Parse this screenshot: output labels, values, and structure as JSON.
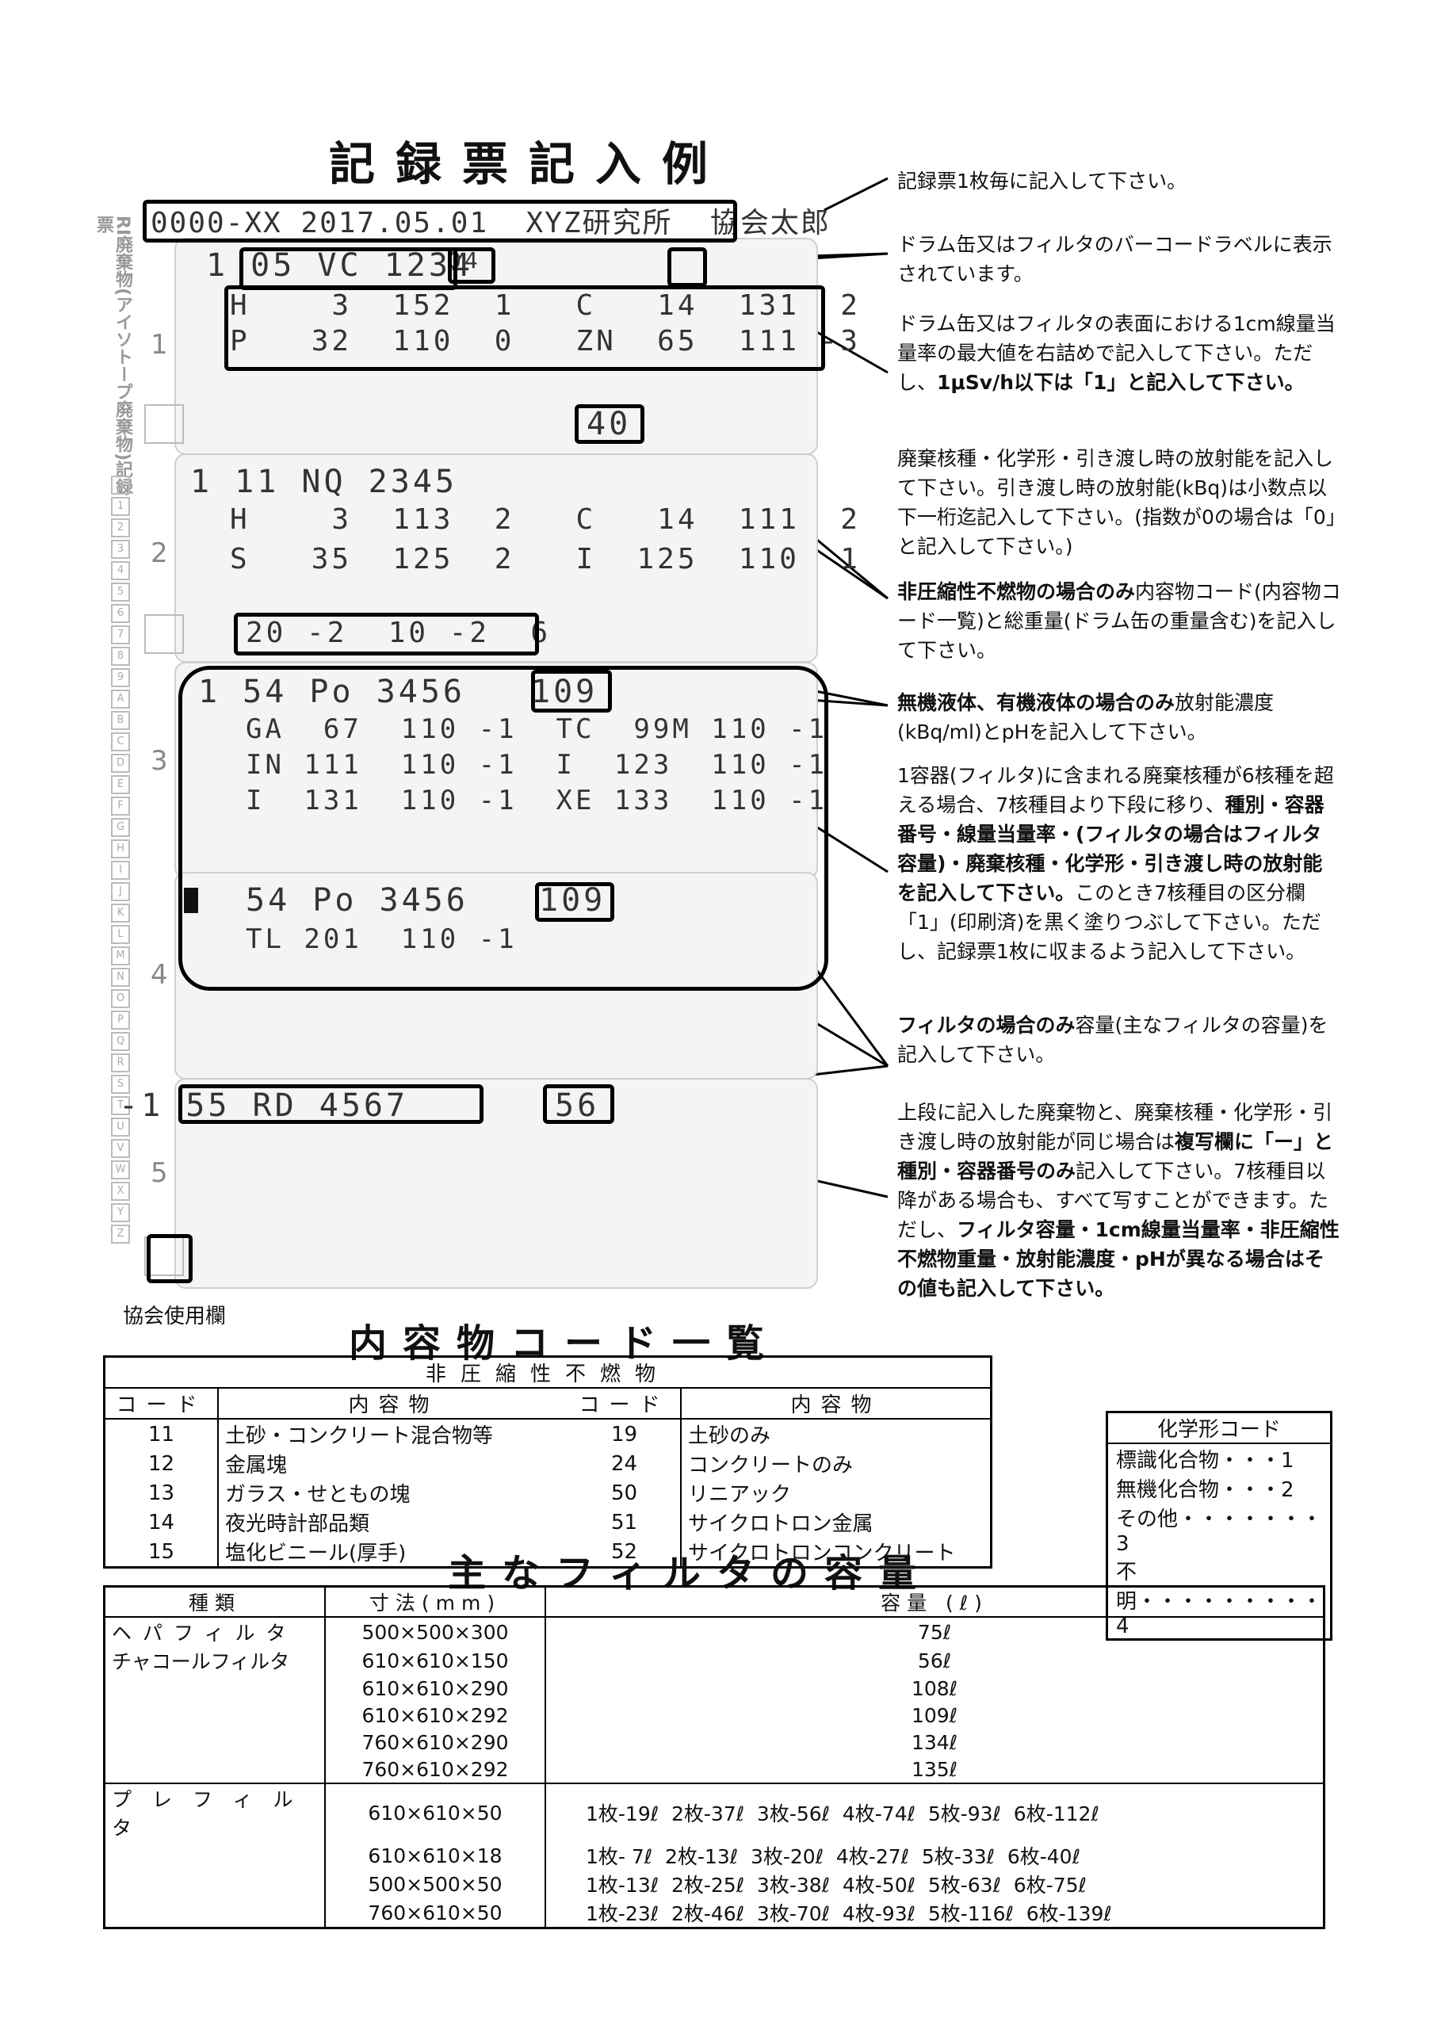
{
  "page_title": "記録票記入例",
  "form": {
    "side_title": "RI廃棄物(アイソトープ廃棄物)記録票",
    "header_row": "0000-XX 2017.05.01  XYZ研究所  協会太郎",
    "group_numbers": [
      "1",
      "2",
      "3",
      "4",
      "5"
    ],
    "side_index": [
      "0",
      "1",
      "2",
      "3",
      "4",
      "5",
      "6",
      "7",
      "8",
      "9",
      "A",
      "B",
      "C",
      "D",
      "E",
      "F",
      "G",
      "H",
      "I",
      "J",
      "K",
      "L",
      "M",
      "N",
      "O",
      "P",
      "Q",
      "R",
      "S",
      "T",
      "U",
      "V",
      "W",
      "X",
      "Y",
      "Z"
    ],
    "g1_code": "1 05 VC 1234",
    "g1_flag": "04",
    "g1_r1": "H    3  152  1   C   14  131  2",
    "g1_r2": "P   32  110  0   ZN  65  111 -3",
    "g1_val": "40",
    "g2_code": "1 11 NQ 2345",
    "g2_r1": "H    3  113  2   C   14  111  2",
    "g2_r2": "S   35  125  2   I  125  110  1",
    "g2_val": "20 -2  10 -2  6",
    "g3_code": "1 54 Po 3456",
    "g3_val": "109",
    "g3_r1": "GA  67  110 -1  TC  99M 110 -1",
    "g3_r2": "IN 111  110 -1  I  123  110 -1",
    "g3_r3": "I  131  110 -1  XE 133  110 -1",
    "g4_code": "54 Po 3456",
    "g4_val": "109",
    "g4_r1": "TL 201  110 -1",
    "g5_code": "-1 55 RD 4567",
    "g5_val": "56",
    "assoc_label": "協会使用欄"
  },
  "notes": {
    "n1": "記録票1枚毎に記入して下さい。",
    "n2": "ドラム缶又はフィルタのバーコードラベルに表示されています。",
    "n3a": "ドラム缶又はフィルタの表面における1cm線量当量率の最大値を右詰めで記入して下さい。ただし、",
    "n3b": "1μSv/h以下は「1」と記入して下さい。",
    "n4": "廃棄核種・化学形・引き渡し時の放射能を記入して下さい。引き渡し時の放射能(kBq)は小数点以下一桁迄記入して下さい。(指数が0の場合は「0」と記入して下さい。)",
    "n5a": "非圧縮性不燃物の場合のみ",
    "n5b": "内容物コード(内容物コード一覧)と総重量(ドラム缶の重量含む)を記入して下さい。",
    "n6a": "無機液体、有機液体の場合のみ",
    "n6b": "放射能濃度(kBq/ml)とpHを記入して下さい。",
    "n7a": "1容器(フィルタ)に含まれる廃棄核種が6核種を超える場合、7核種目より下段に移り、",
    "n7b": "種別・容器番号・線量当量率・(フィルタの場合はフィルタ容量)・廃棄核種・化学形・引き渡し時の放射能を記入して下さい。",
    "n7c": "このとき7核種目の区分欄「1」(印刷済)を黒く塗りつぶして下さい。ただし、記録票1枚に収まるよう記入して下さい。",
    "n8a": "フィルタの場合のみ",
    "n8b": "容量(主なフィルタの容量)を記入して下さい。",
    "n9a": "上段に記入した廃棄物と、廃棄核種・化学形・引き渡し時の放射能が同じ場合は",
    "n9b": "複写欄に「ー」と種別・容器番号のみ",
    "n9c": "記入して下さい。7核種目以降がある場合も、すべて写すことができます。ただし、",
    "n9d": "フィルタ容量・1cm線量当量率・非圧縮性不燃物重量・放射能濃度・pHが異なる場合はその値も記入して下さい。"
  },
  "contents_table": {
    "title": "内容物コード一覧",
    "group_header": "非圧縮性不燃物",
    "col_code": "コード",
    "col_content": "内容物",
    "rows": [
      {
        "c1": "11",
        "n1": "土砂・コンクリート混合物等",
        "c2": "19",
        "n2": "土砂のみ"
      },
      {
        "c1": "12",
        "n1": "金属塊",
        "c2": "24",
        "n2": "コンクリートのみ"
      },
      {
        "c1": "13",
        "n1": "ガラス・せともの塊",
        "c2": "50",
        "n2": "リニアック"
      },
      {
        "c1": "14",
        "n1": "夜光時計部品類",
        "c2": "51",
        "n2": "サイクロトロン金属"
      },
      {
        "c1": "15",
        "n1": "塩化ビニール(厚手)",
        "c2": "52",
        "n2": "サイクロトロンコンクリート"
      }
    ]
  },
  "chem_table": {
    "title": "化学形コード",
    "rows": [
      "標識化合物・・・1",
      "無機化合物・・・2",
      "その他・・・・・・・3",
      "不明・・・・・・・・・4"
    ]
  },
  "filter_table": {
    "title": "主なフィルタの容量",
    "col_kind": "種類",
    "col_size": "寸法(mm)",
    "col_cap": "容量 (ℓ)",
    "hepa": "ヘパフィルタ",
    "charcoal": "チャコールフィルタ",
    "pre": "プレフィルタ",
    "rows1": [
      {
        "size": "500×500×300",
        "cap": "75ℓ"
      },
      {
        "size": "610×610×150",
        "cap": "56ℓ"
      },
      {
        "size": "610×610×290",
        "cap": "108ℓ"
      },
      {
        "size": "610×610×292",
        "cap": "109ℓ"
      },
      {
        "size": "760×610×290",
        "cap": "134ℓ"
      },
      {
        "size": "760×610×292",
        "cap": "135ℓ"
      }
    ],
    "rows2": [
      {
        "size": "610×610×50",
        "cap": "1枚-19ℓ  2枚-37ℓ  3枚-56ℓ  4枚-74ℓ  5枚-93ℓ  6枚-112ℓ"
      },
      {
        "size": "610×610×18",
        "cap": "1枚- 7ℓ  2枚-13ℓ  3枚-20ℓ  4枚-27ℓ  5枚-33ℓ  6枚-40ℓ"
      },
      {
        "size": "500×500×50",
        "cap": "1枚-13ℓ  2枚-25ℓ  3枚-38ℓ  4枚-50ℓ  5枚-63ℓ  6枚-75ℓ"
      },
      {
        "size": "760×610×50",
        "cap": "1枚-23ℓ  2枚-46ℓ  3枚-70ℓ  4枚-93ℓ  5枚-116ℓ  6枚-139ℓ"
      }
    ]
  }
}
